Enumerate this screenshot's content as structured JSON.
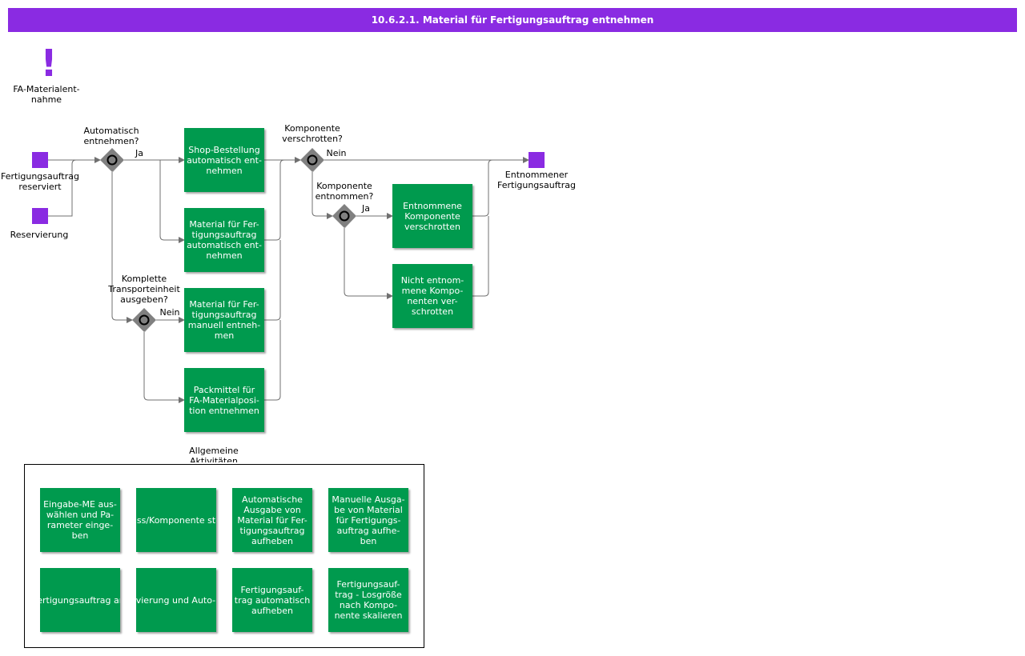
{
  "title": "10.6.2.1. Material für Fertigungsauftrag entnehmen",
  "colors": {
    "header": "#8a2be2",
    "event": "#8a2be2",
    "task": "#009a4e",
    "gateway": "#808080",
    "line": "#707070"
  },
  "icons": {
    "trigger": "exclamation-icon",
    "gateway": "exclusive-gateway-icon"
  },
  "trigger_label": "FA-Materialent-\nnahme",
  "events": {
    "start1": "Fertigungsauftrag\nreserviert",
    "start2": "Reservierung",
    "end": "Entnommener\nFertigungsauftrag"
  },
  "gateways": {
    "g1": "Automatisch\nentnehmen?",
    "g2": "Komplette\nTransporteinheit\nausgeben?",
    "g3": "Komponente\nverschrotten?",
    "g4": "Komponente\nentnommen?"
  },
  "flow_labels": {
    "g1_yes": "Ja",
    "g2_no": "Nein",
    "g3_no": "Nein",
    "g4_yes": "Ja"
  },
  "tasks": {
    "t1": "Shop-Bestellung\nautomatisch ent-\nnehmen",
    "t2": "Material für Fer-\ntigungsauftrag\nautomatisch ent-\nnehmen",
    "t3": "Material für Fer-\ntigungsauftrag\nmanuell entneh-\nmen",
    "t4": "Packmittel für\nFA-Materialposi-\ntion entnehmen",
    "t5": "Entnommene\nKomponente\nverschrotten",
    "t6": "Nicht entnom-\nmene Kompo-\nnenten ver-\nschrotten"
  },
  "group": {
    "label": "Allgemeine\nAktivitäten",
    "tasks": [
      "Eingabe-ME aus-\nwählen und Pa-\nrameter einge-\nben",
      "Ausschuss/Komponente\nstornieren",
      "Automatische\nAusgabe von\nMaterial für Fer-\ntigungsauftrag\naufheben",
      "Manuelle Ausga-\nbe von Material\nfür Fertigungs-\nauftrag aufhe-\nben",
      "Historie/Fertigungsauftrag\nanalysieren",
      "Verfügbarkeit/Reservierung\nund Auto-Entnahme\nanzeigen",
      "Fertigungsauf-\ntrag automatisch\naufheben",
      "Fertigungsauf-\ntrag - Losgröße\nnach Kompo-\nnente skalieren"
    ]
  }
}
